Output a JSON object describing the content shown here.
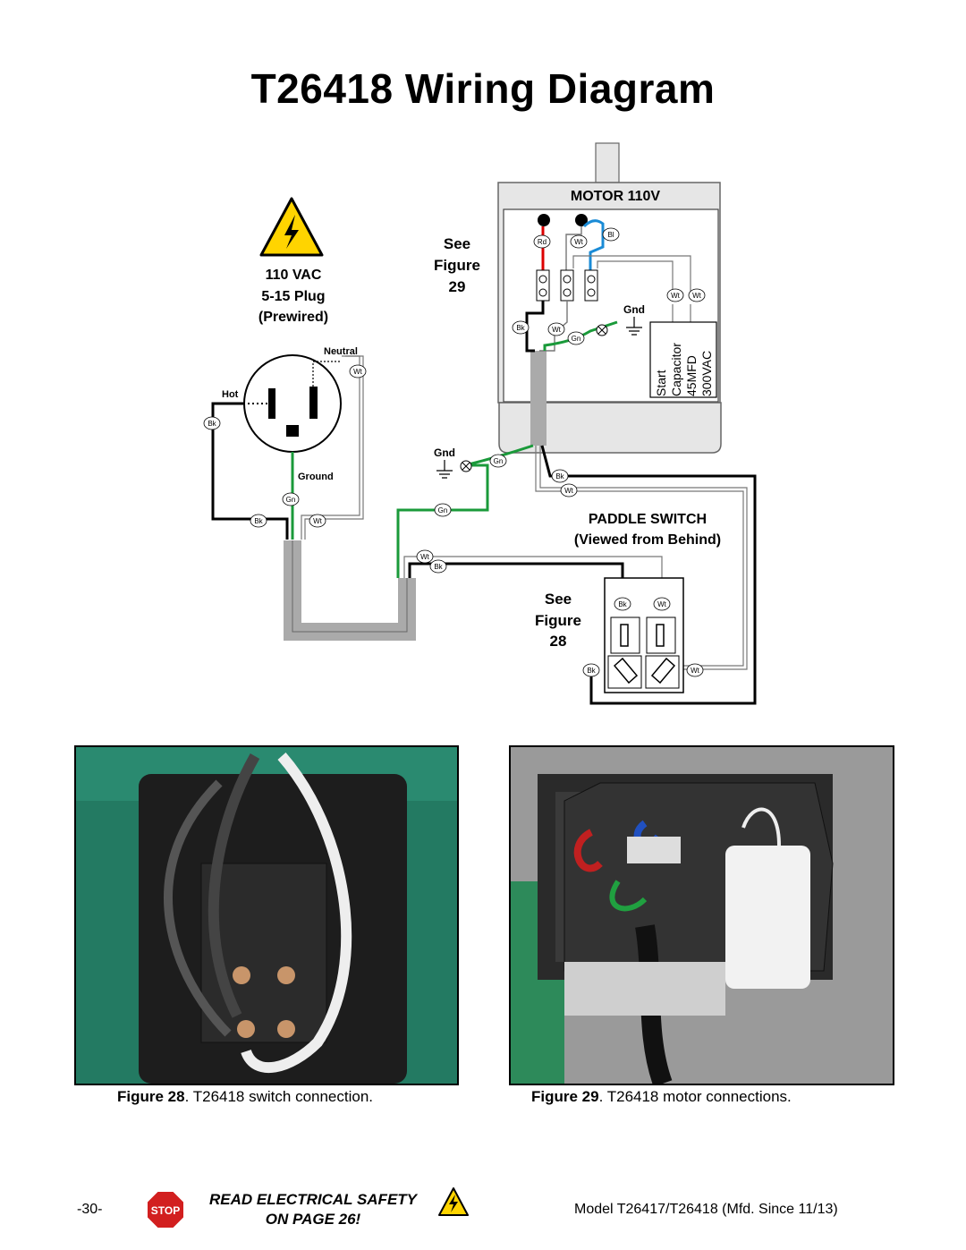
{
  "title": "T26418 Wiring Diagram",
  "diagram": {
    "motor_title": "MOTOR 110V",
    "see_figure_motor": [
      "See",
      "Figure",
      "29"
    ],
    "plug_labels": [
      "110 VAC",
      "5-15 Plug",
      "(Prewired)"
    ],
    "neutral": "Neutral",
    "hot": "Hot",
    "ground": "Ground",
    "gnd": "Gnd",
    "capacitor": [
      "Start",
      "Capacitor",
      "45MFD",
      "300VAC"
    ],
    "paddle_switch": [
      "PADDLE SWITCH",
      "(Viewed from Behind)"
    ],
    "see_figure_switch": [
      "See",
      "Figure",
      "28"
    ],
    "wire_tags": {
      "rd": "Rd",
      "wt": "Wt",
      "bl": "Bl",
      "bk": "Bk",
      "gn": "Gn"
    }
  },
  "figures": [
    {
      "label": "Figure 28",
      "caption": ". T26418 switch connection."
    },
    {
      "label": "Figure 29",
      "caption": ". T26418 motor connections."
    }
  ],
  "footer": {
    "page": "-30-",
    "stop": "STOP",
    "safety_line1": "READ ELECTRICAL SAFETY",
    "safety_line2": "ON PAGE 26!",
    "model": "Model T26417/T26418 (Mfd. Since 11/13)"
  }
}
